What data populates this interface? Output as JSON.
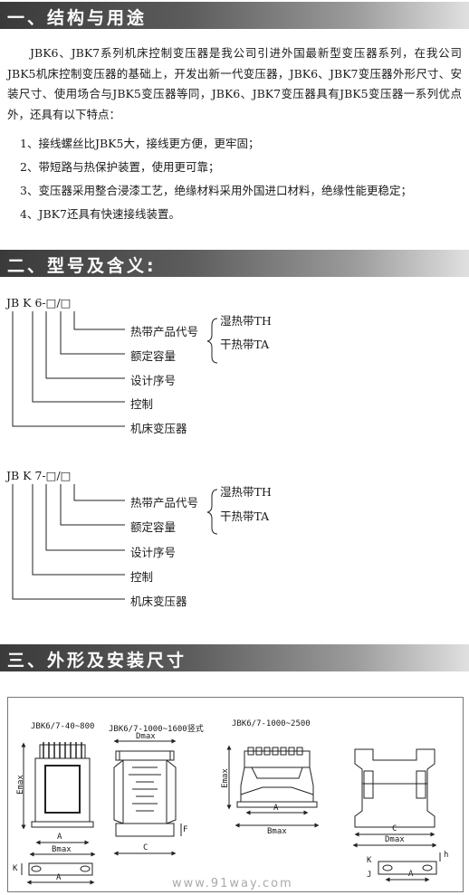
{
  "sections": {
    "s1": "一、结构与用途",
    "s2": "二、型号及含义:",
    "s3": "三、外形及安装尺寸"
  },
  "intro": "JBK6、JBK7系列机床控制变压器是我公司引进外国最新型变压器系列，在我公司JBK5机床控制变压器的基础上，开发出新一代变压器，JBK6、JBK7变压器外形尺寸、安装尺寸、使用场合与JBK5变压器等同，JBK6、JBK7变压器具有JBK5变压器一系列优点外，还具有以下特点：",
  "features": [
    "1、接线螺丝比JBK5大，接线更方便，更牢固；",
    "2、带短路与热保护装置，使用更可靠；",
    "3、变压器采用整合浸漆工艺，绝缘材料采用外国进口材料，绝缘性能更稳定；",
    "4、JBK7还具有快速接线装置。"
  ],
  "model1": {
    "code": "JB  K  6-□/□",
    "labels": [
      "热带产品代号",
      "额定容量",
      "设计序号",
      "控制",
      "机床变压器"
    ],
    "opt1": "湿热带TH",
    "opt2": "干热带TA"
  },
  "model2": {
    "code": "JB  K  7-□/□",
    "labels": [
      "热带产品代号",
      "额定容量",
      "设计序号",
      "控制",
      "机床变压器"
    ],
    "opt1": "湿热带TH",
    "opt2": "干热带TA"
  },
  "drawings": {
    "t1": "JBK6/7-40~800",
    "t2": "JBK6/7-1000~1600竖式",
    "t3": "JBK6/7-1000~2500",
    "emax": "Emax",
    "dmax": "Dmax",
    "bmax": "Bmax",
    "a": "A",
    "c": "C",
    "k": "K",
    "f": "F",
    "h": "h",
    "j": "J"
  },
  "watermark": "www.91way.com"
}
